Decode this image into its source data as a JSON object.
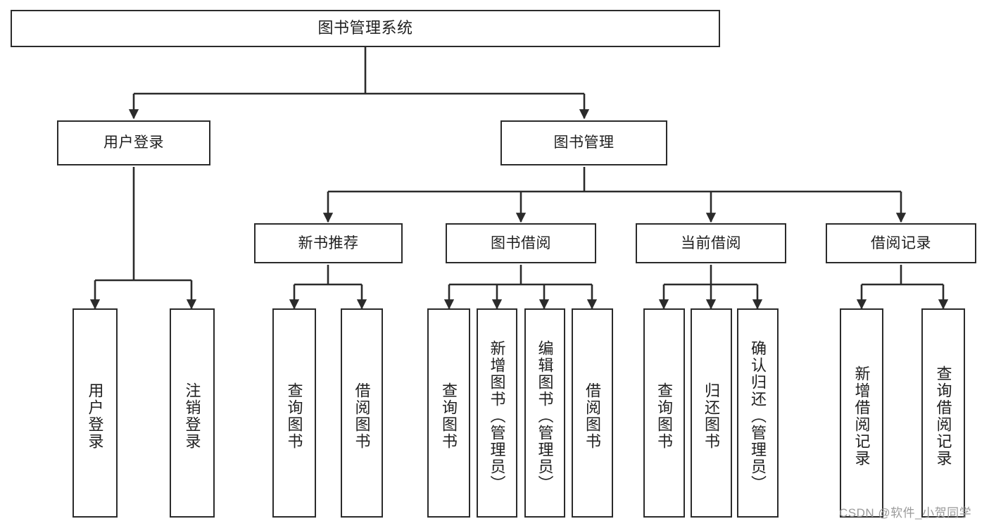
{
  "diagram": {
    "type": "tree",
    "title": "图书管理系统",
    "watermark": "CSDN @软件_小贺同学",
    "colors": {
      "box_border": "#2b2b2b",
      "box_fill": "#ffffff",
      "edge": "#2b2b2b",
      "text": "#1f1f1f",
      "watermark": "#9a9a9a"
    },
    "levels": {
      "root": {
        "label": "图书管理系统"
      },
      "level2": [
        {
          "label": "用户登录"
        },
        {
          "label": "图书管理"
        }
      ],
      "level3": [
        {
          "label": "新书推荐"
        },
        {
          "label": "图书借阅"
        },
        {
          "label": "当前借阅"
        },
        {
          "label": "借阅记录"
        }
      ],
      "leaves": [
        {
          "label": "用户登录",
          "parent": "用户登录"
        },
        {
          "label": "注销登录",
          "parent": "用户登录"
        },
        {
          "label": "查询图书",
          "parent": "新书推荐"
        },
        {
          "label": "借阅图书",
          "parent": "新书推荐"
        },
        {
          "label": "查询图书",
          "parent": "图书借阅"
        },
        {
          "label": "新增图书（管理员）",
          "parent": "图书借阅"
        },
        {
          "label": "编辑图书（管理员）",
          "parent": "图书借阅"
        },
        {
          "label": "借阅图书",
          "parent": "图书借阅"
        },
        {
          "label": "查询图书",
          "parent": "当前借阅"
        },
        {
          "label": "归还图书",
          "parent": "当前借阅"
        },
        {
          "label": "确认归还（管理员）",
          "parent": "当前借阅"
        },
        {
          "label": "新增借阅记录",
          "parent": "借阅记录"
        },
        {
          "label": "查询借阅记录",
          "parent": "借阅记录"
        }
      ]
    }
  }
}
